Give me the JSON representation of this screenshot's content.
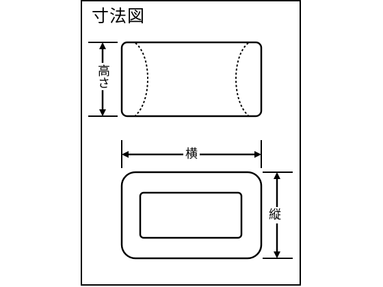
{
  "title": "寸法図",
  "labels": {
    "height": "高さ",
    "width": "横",
    "length": "縦"
  },
  "colors": {
    "line": "#000000",
    "background": "#ffffff"
  }
}
